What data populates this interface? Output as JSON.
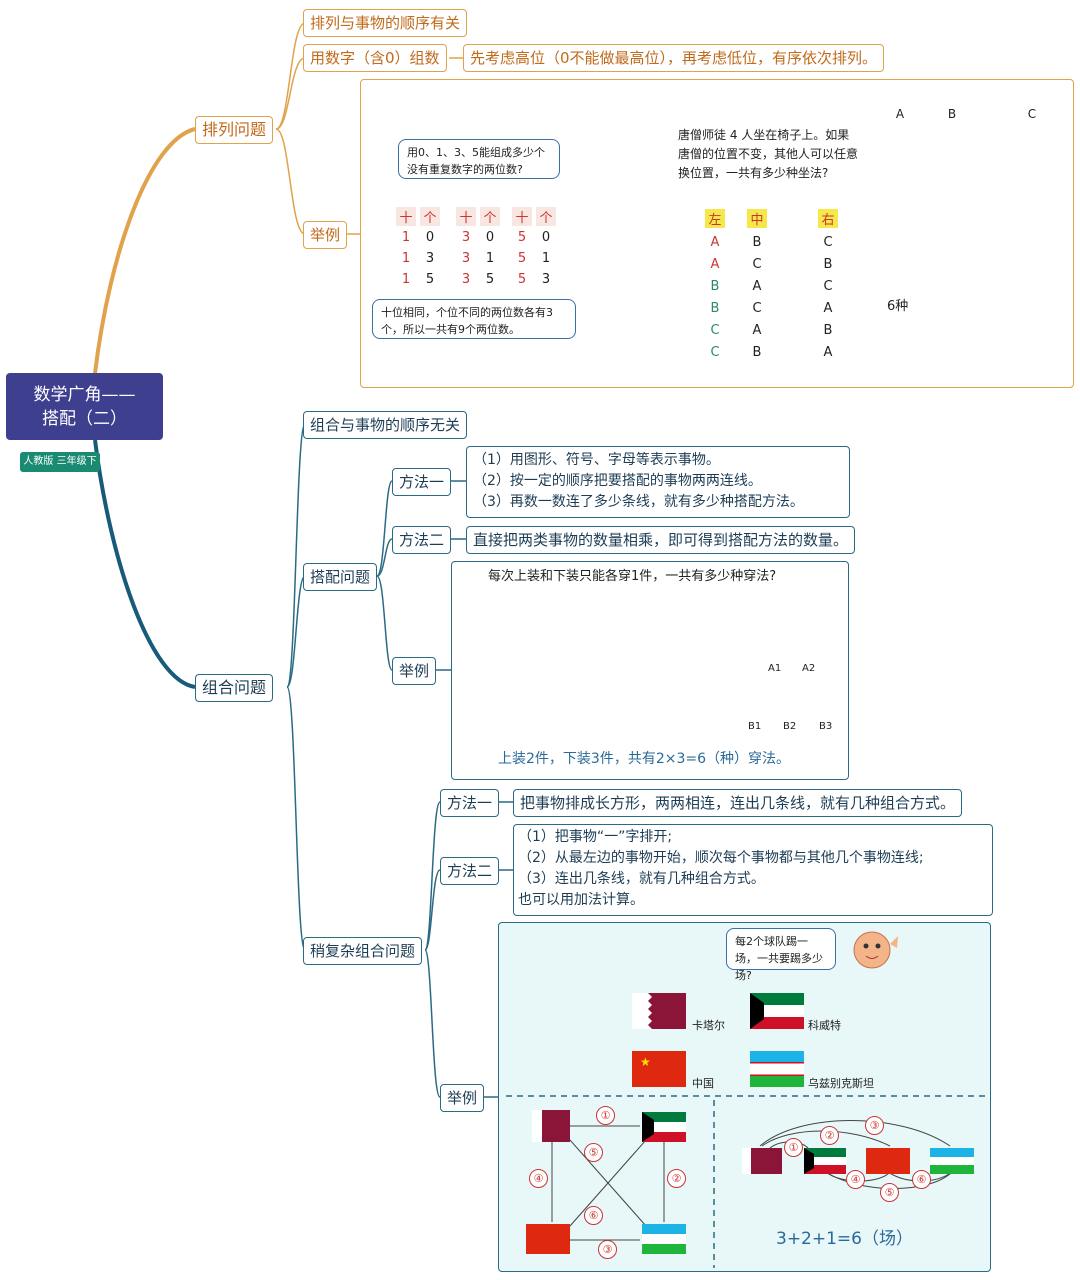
{
  "root": {
    "line1": "数学广角——",
    "line2": "搭配（二）",
    "tag": "人教版 三年级下"
  },
  "colors": {
    "orange": "#e0a24a",
    "teal": "#2b6a84",
    "root": "#3f3f8f",
    "tag": "#1a8a72",
    "panel": "#e8f7f7"
  },
  "perm": {
    "title": "排列问题",
    "item1": "排列与事物的顺序有关",
    "item2": "用数字（含0）组数",
    "item2_desc": "先考虑高位（0不能做最高位），再考虑低位，有序依次排列。",
    "example_label": "举例",
    "ex1_question": "用0、1、3、5能组成多少个没有重复数字的两位数?",
    "ex1_headers": [
      "十",
      "个",
      "十",
      "个",
      "十",
      "个"
    ],
    "ex1_rows": [
      [
        "1",
        "0",
        "3",
        "0",
        "5",
        "0"
      ],
      [
        "1",
        "3",
        "3",
        "1",
        "5",
        "1"
      ],
      [
        "1",
        "5",
        "3",
        "5",
        "5",
        "3"
      ]
    ],
    "ex1_answer": "十位相同，个位不同的两位数各有3个，所以一共有9个两位数。",
    "ex2_question": "唐僧师徒 4 人坐在椅子上。如果唐僧的位置不变，其他人可以任意换位置，一共有多少种坐法?",
    "ex2_people": [
      "A",
      "B",
      "C"
    ],
    "ex2_headers": [
      "左",
      "中",
      "右"
    ],
    "ex2_rows": [
      [
        "A",
        "B",
        "C"
      ],
      [
        "A",
        "C",
        "B"
      ],
      [
        "B",
        "A",
        "C"
      ],
      [
        "B",
        "C",
        "A"
      ],
      [
        "C",
        "A",
        "B"
      ],
      [
        "C",
        "B",
        "A"
      ]
    ],
    "ex2_answer": "6种"
  },
  "comb": {
    "title": "组合问题",
    "item1": "组合与事物的顺序无关",
    "match": {
      "title": "搭配问题",
      "method1_label": "方法一",
      "method1_lines": [
        "（1）用图形、符号、字母等表示事物。",
        "（2）按一定的顺序把要搭配的事物两两连线。",
        "（3）再数一数连了多少条线，就有多少种搭配方法。"
      ],
      "method2_label": "方法二",
      "method2_text": "直接把两类事物的数量相乘，即可得到搭配方法的数量。",
      "example_label": "举例",
      "ex_question": "每次上装和下装只能各穿1件，一共有多少种穿法?",
      "ex_labels_top": [
        "A1",
        "A2"
      ],
      "ex_labels_bottom": [
        "B1",
        "B2",
        "B3"
      ],
      "ex_answer": "上装2件，下装3件，共有2×3=6（种）穿法。"
    },
    "complex": {
      "title": "稍复杂组合问题",
      "method1_label": "方法一",
      "method1_text": "把事物排成长方形，两两相连，连出几条线，就有几种组合方式。",
      "method2_label": "方法二",
      "method2_lines": [
        "（1）把事物“一”字排开;",
        "（2）从最左边的事物开始，顺次每个事物都与其他几个事物连线;",
        "（3）连出几条线，就有几种组合方式。",
        "也可以用加法计算。"
      ],
      "example_label": "举例",
      "ex_question": "每2个球队踢一场，一共要踢多少场?",
      "teams": [
        "卡塔尔",
        "科威特",
        "中国",
        "乌兹别克斯坦"
      ],
      "numbers": [
        "①",
        "②",
        "③",
        "④",
        "⑤",
        "⑥"
      ],
      "ex_answer": "3+2+1=6（场）"
    }
  }
}
